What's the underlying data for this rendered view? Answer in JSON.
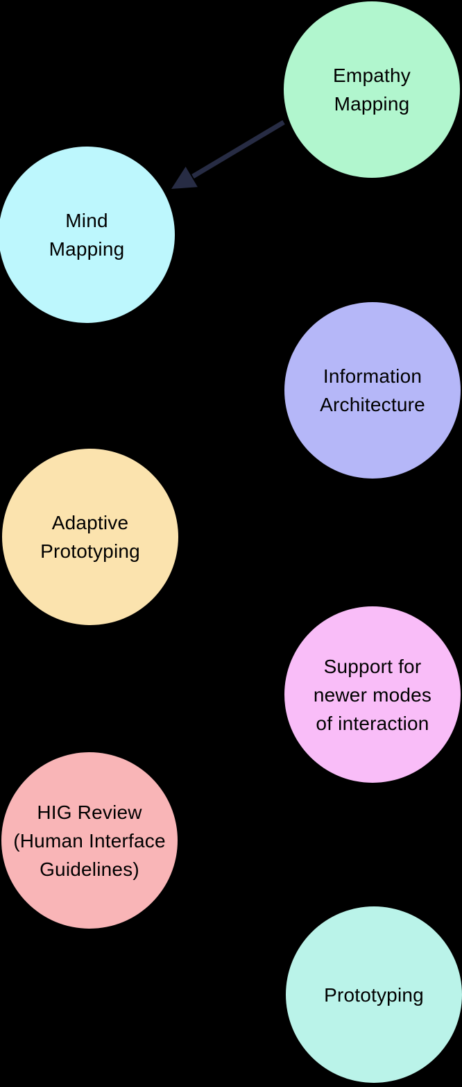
{
  "canvas": {
    "background": "#000000",
    "text_color": "#000000"
  },
  "nodes": [
    {
      "id": "empathy-mapping",
      "label": "Empathy\nMapping",
      "color": "#b1f6ce"
    },
    {
      "id": "mind-mapping",
      "label": "Mind\nMapping",
      "color": "#bdf7fd"
    },
    {
      "id": "information-architecture",
      "label": "Information\nArchitecture",
      "color": "#b5b7f8"
    },
    {
      "id": "adaptive-prototyping",
      "label": "Adaptive\nPrototyping",
      "color": "#fbe3ae"
    },
    {
      "id": "support-newer-modes",
      "label": "Support for\nnewer modes\nof interaction",
      "color": "#f9bdf8"
    },
    {
      "id": "hig-review",
      "label": "HIG Review\n(Human Interface\nGuidelines)",
      "color": "#f9b5b7"
    },
    {
      "id": "prototyping",
      "label": "Prototyping",
      "color": "#baf3e9"
    }
  ],
  "edges": [
    {
      "from": "empathy-mapping",
      "to": "mind-mapping",
      "type": "arrow",
      "color": "#272c44"
    }
  ]
}
